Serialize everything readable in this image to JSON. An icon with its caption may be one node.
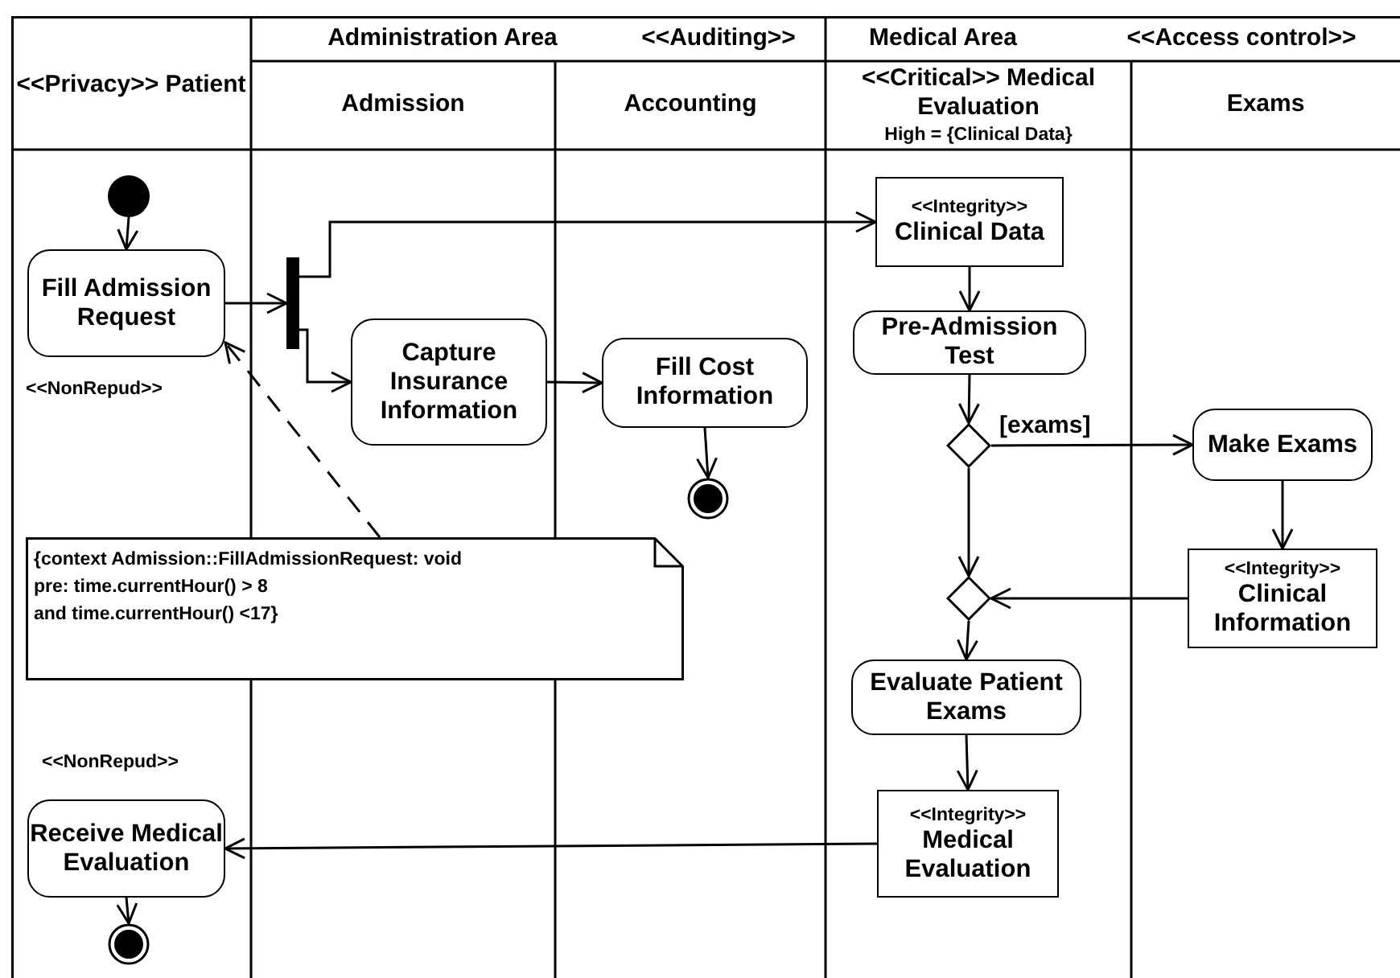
{
  "diagram": {
    "nodes": [
      {
        "text": [],
        "shape": "circle"
      },
      {
        "text": [
          "Fill Admission Request"
        ],
        "beside": [
          "<<NonRepud>>"
        ]
      },
      {
        "text": [],
        "shape": "bar"
      },
      {
        "text": [
          "Capture Insurance Information"
        ]
      },
      {
        "text": [
          "Fill Cost Information"
        ]
      },
      {
        "text": [],
        "shape": "circle"
      },
      {
        "text": [
          "<<Integrity>>",
          "Clinical Data"
        ]
      },
      {
        "text": [
          "Pre-Admission Test"
        ]
      },
      {
        "text": [],
        "shape": "diamond"
      },
      {
        "text": [
          "Make Exams"
        ]
      },
      {
        "text": [
          "<<Integrity>>",
          "Clinical Information"
        ]
      },
      {
        "text": [],
        "shape": "diamond"
      },
      {
        "text": [
          "Evaluate Patient Exams"
        ]
      },
      {
        "text": [
          "<<Integrity>>",
          "Medical Evaluation"
        ]
      },
      {
        "text": [
          "Receive Medical Evaluation"
        ],
        "beside": [
          "<<NonRepud>>"
        ]
      },
      {
        "text": [],
        "shape": "circle"
      },
      {
        "text": [
          "{context Admission::FillAdmissionRequest: void",
          "pre: time.currentHour() > 8",
          "and time.currentHour() <17}"
        ]
      }
    ],
    "edges": [
      {
        "from": 0,
        "to": 1,
        "arrow": "to"
      },
      {
        "from": 1,
        "to": 2,
        "arrow": "to"
      },
      {
        "from": 2,
        "to": 6,
        "arrow": "to"
      },
      {
        "from": 2,
        "to": 3,
        "arrow": "to"
      },
      {
        "from": 3,
        "to": 4,
        "arrow": "to"
      },
      {
        "from": 4,
        "to": 5,
        "arrow": "to"
      },
      {
        "from": 6,
        "to": 7,
        "arrow": "to"
      },
      {
        "from": 7,
        "to": 8,
        "arrow": "to"
      },
      {
        "from": 8,
        "to": 9,
        "arrow": "to",
        "label": "[exams]"
      },
      {
        "from": 8,
        "to": 11,
        "arrow": "to"
      },
      {
        "from": 9,
        "to": 10,
        "arrow": "to"
      },
      {
        "from": 10,
        "to": 11,
        "arrow": "to"
      },
      {
        "from": 11,
        "to": 12,
        "arrow": "to"
      },
      {
        "from": 12,
        "to": 13,
        "arrow": "to"
      },
      {
        "from": 13,
        "to": 14,
        "arrow": "to"
      },
      {
        "from": 14,
        "to": 15,
        "arrow": "to"
      },
      {
        "from": 16,
        "to": 1,
        "arrow": "to",
        "style": "dashed"
      }
    ],
    "labels": [
      "<<Privacy>> Patient",
      "Administration Area",
      "<<Auditing>>",
      "Medical Area",
      "<<Access control>>",
      "Admission",
      "Accounting",
      "<<Critical>> Medical Evaluation",
      "High = {Clinical Data}",
      "Exams"
    ]
  }
}
